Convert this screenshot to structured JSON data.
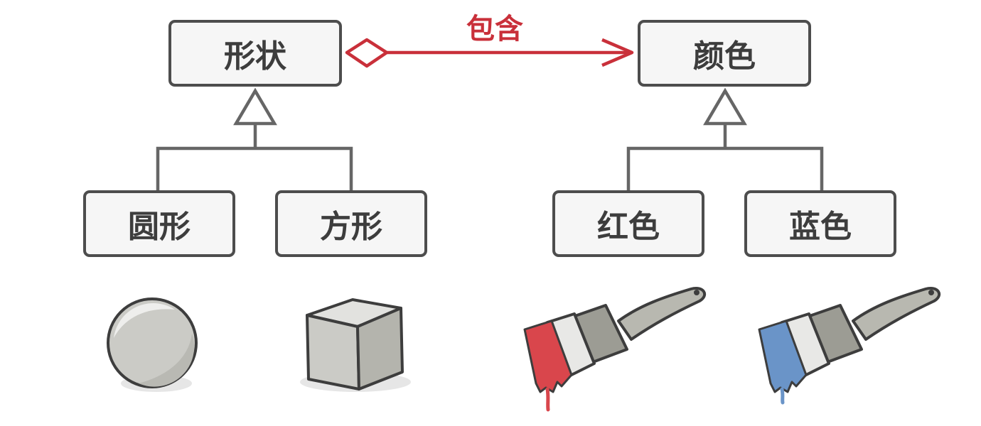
{
  "boxes": {
    "shape": "形状",
    "color": "颜色",
    "circle": "圆形",
    "square": "方形",
    "red": "红色",
    "blue": "蓝色"
  },
  "relation": {
    "label": "包含",
    "color": "#c9303a"
  },
  "colors": {
    "box_border": "#4d4d4d",
    "box_fill": "#f6f6f6",
    "line": "#666666",
    "paint_red": "#d9464c",
    "paint_blue": "#6a94c8"
  },
  "illustrations": [
    "sphere-icon",
    "cube-icon",
    "red-paintbrush-icon",
    "blue-paintbrush-icon"
  ]
}
